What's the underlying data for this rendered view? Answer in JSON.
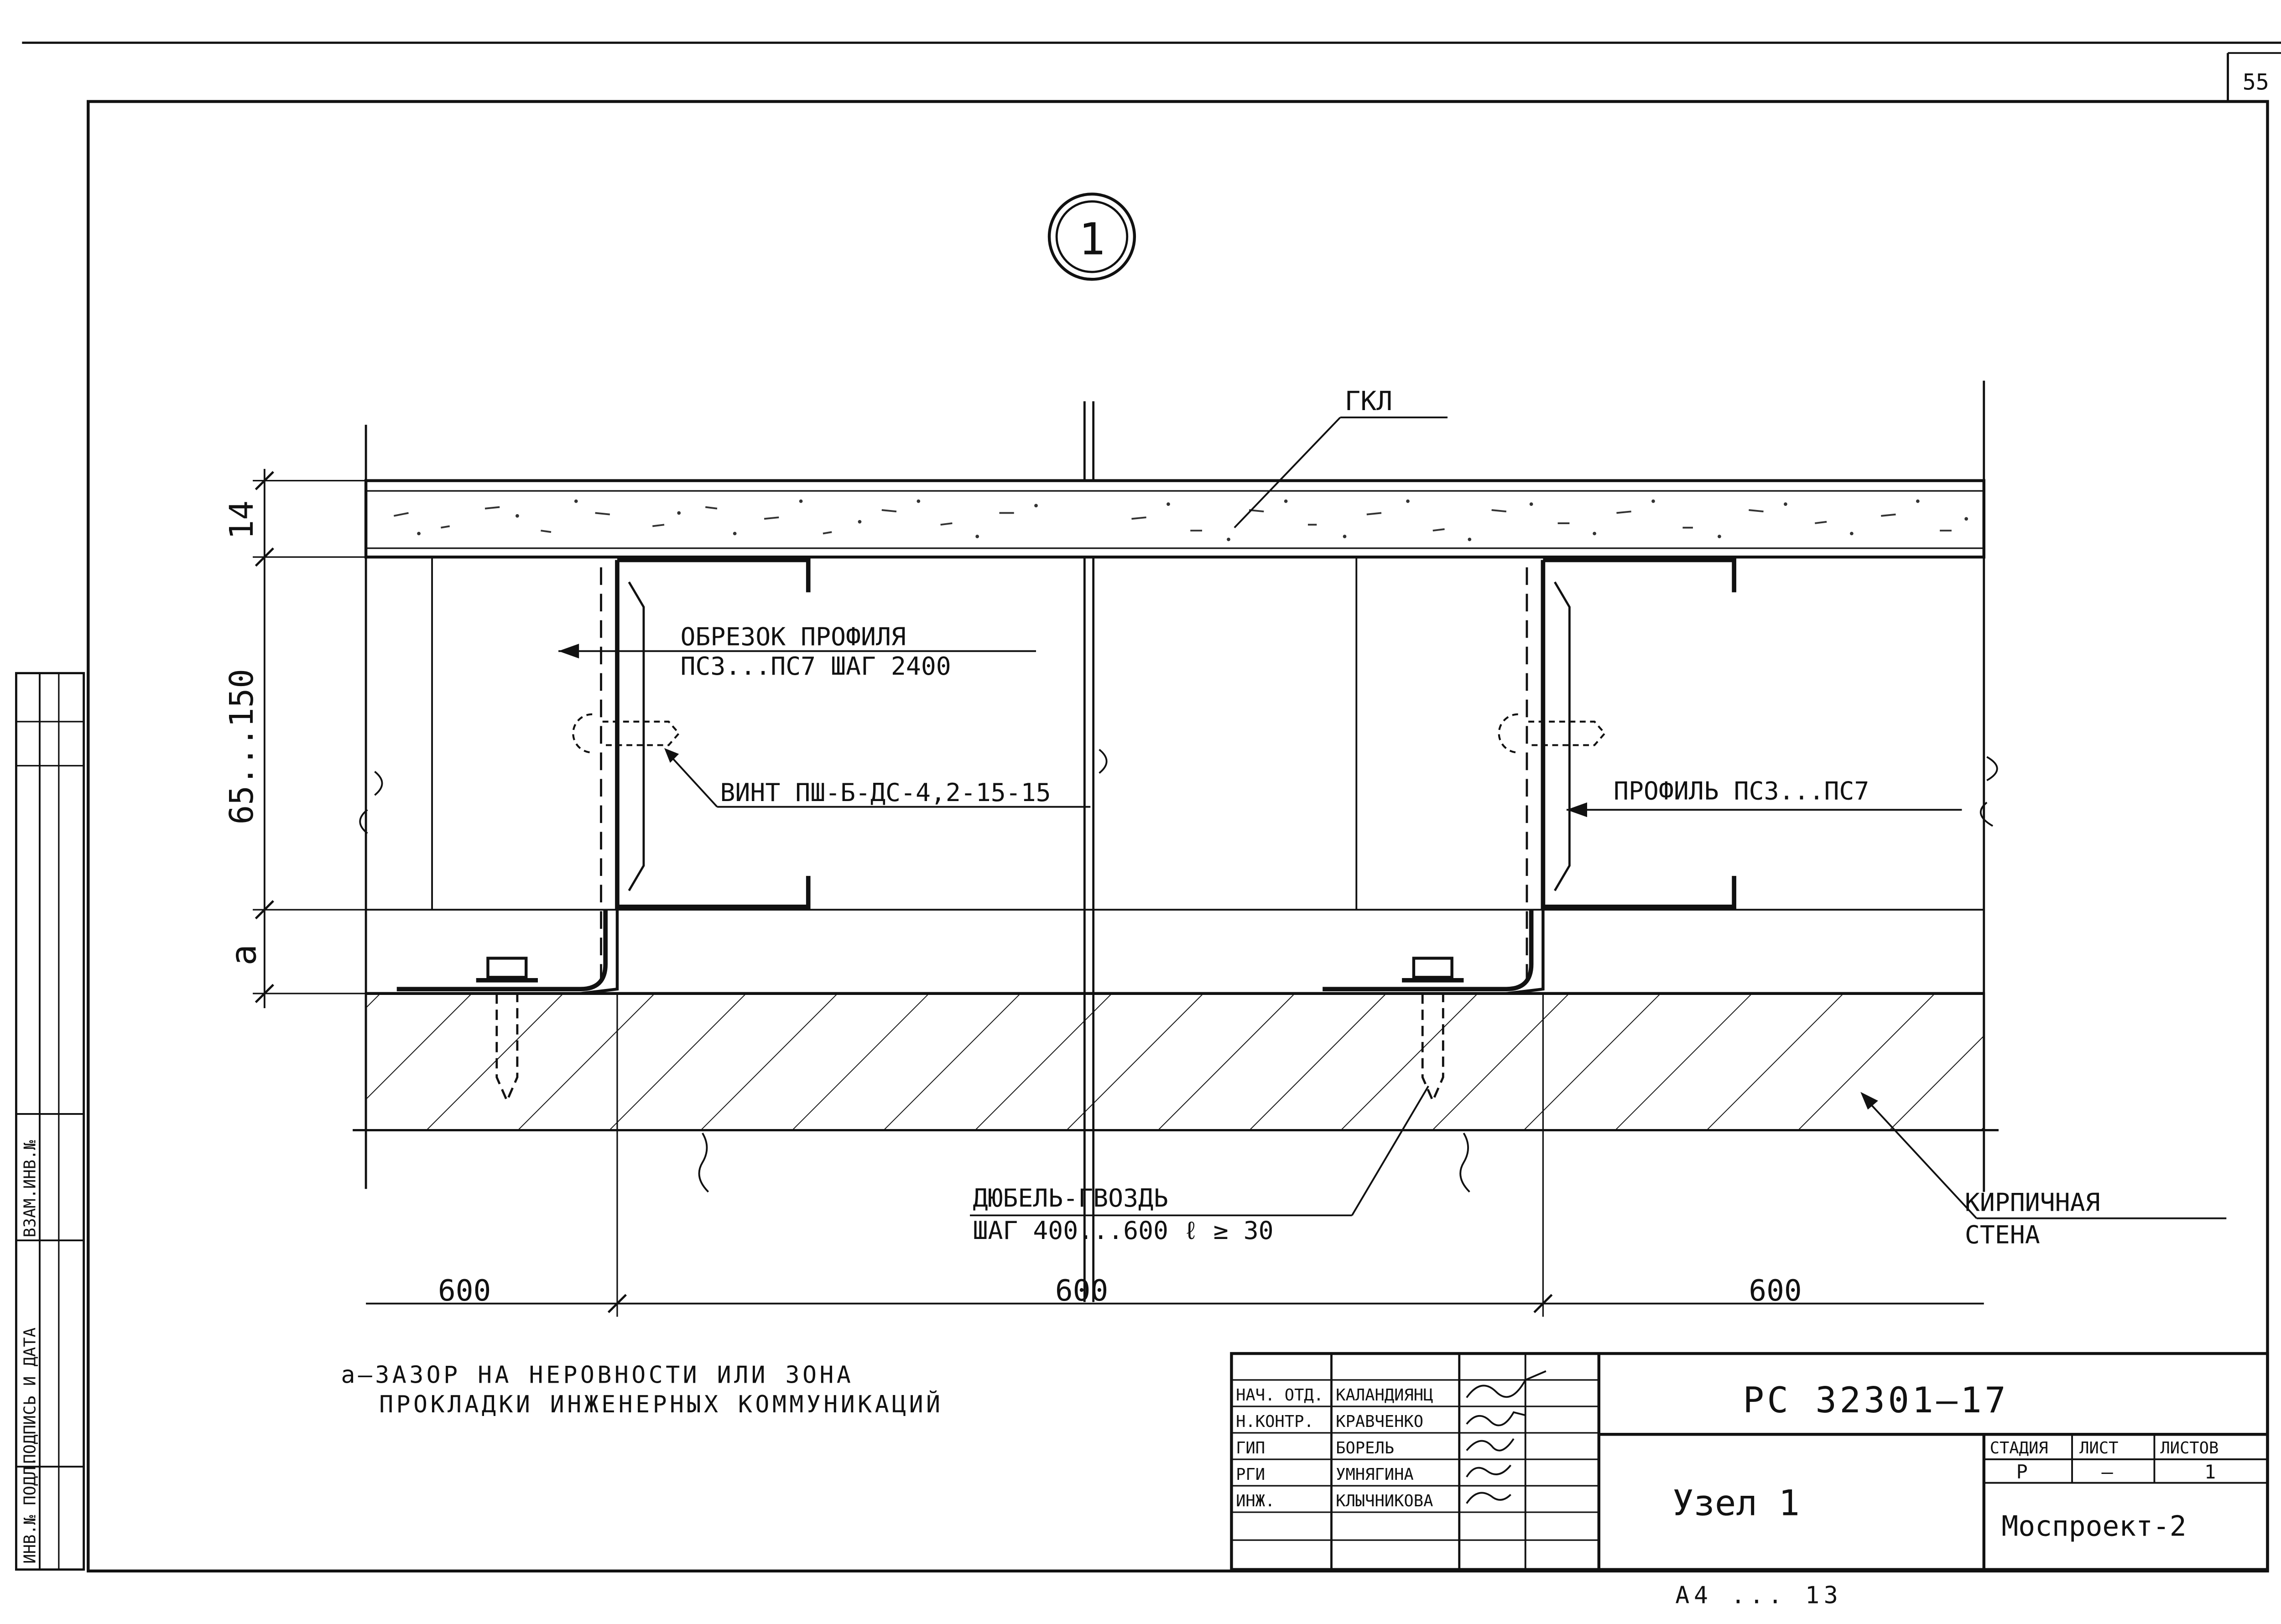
{
  "sheet_number": "55",
  "node_marker": "1",
  "labels": {
    "gkl": "ГКЛ",
    "cutoff_line1": "ОБРЕЗОК ПРОФИЛЯ",
    "cutoff_line2": "ПС3...ПС7 ШАГ 2400",
    "screw": "ВИНТ ПШ-Б-ДС-4,2-15-15",
    "profile": "ПРОФИЛЬ ПС3...ПС7",
    "dowel_line1": "ДЮБЕЛЬ-ГВОЗДЬ",
    "dowel_line2": "ШАГ 400...600 ℓ ≥ 30",
    "wall_line1": "КИРПИЧНАЯ",
    "wall_line2": "СТЕНА"
  },
  "dimensions": {
    "board": "14",
    "profile_depth": "65...150",
    "gap": "a",
    "spacings": [
      "600",
      "600",
      "600"
    ]
  },
  "note": {
    "line1": "a–ЗАЗОР НА НЕРОВНОСТИ ИЛИ ЗОНА",
    "line2": "ПРОКЛАДКИ ИНЖЕНЕРНЫХ КОММУНИКАЦИЙ"
  },
  "side_stamp": [
    "ИНВ.№ ПОДЛ.",
    "ПОДПИСЬ И ДАТА",
    "ВЗАМ.ИНВ.№"
  ],
  "title_block": {
    "document_code": "РС 32301–17",
    "title": "Узел 1",
    "organization": "Моспроект-2",
    "stage_header": "СТАДИЯ",
    "sheet_header": "ЛИСТ",
    "sheets_header": "ЛИСТОВ",
    "stage_value": "Р",
    "sheet_value": "—",
    "sheets_value": "1",
    "people": [
      {
        "role": "НАЧ. ОТД.",
        "name": "КАЛАНДИЯНЦ"
      },
      {
        "role": "Н.КОНТР.",
        "name": "КРАВЧЕНКО"
      },
      {
        "role": "ГИП",
        "name": "БОРЕЛЬ"
      },
      {
        "role": "РГИ",
        "name": "УМНЯГИНА"
      },
      {
        "role": "ИНЖ.",
        "name": "КЛЫЧНИКОВА"
      }
    ]
  },
  "bottom_fragment": "А4 ... 13"
}
